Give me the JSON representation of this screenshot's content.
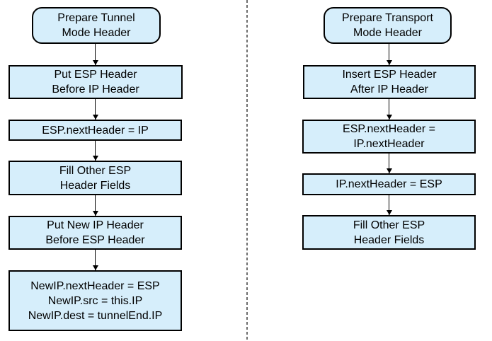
{
  "diagram": {
    "type": "flowchart",
    "colors": {
      "node_fill": "#d6eefb",
      "node_border": "#000000",
      "arrow": "#000000",
      "divider": "#6e6e6e",
      "background": "#ffffff"
    }
  },
  "flows": {
    "tunnel": {
      "start": "Prepare Tunnel\nMode Header",
      "steps": [
        "Put ESP Header\nBefore IP Header",
        "ESP.nextHeader = IP",
        "Fill Other ESP\nHeader Fields",
        "Put New IP Header\nBefore ESP Header",
        "NewIP.nextHeader = ESP\nNewIP.src = this.IP\nNewIP.dest = tunnelEnd.IP"
      ]
    },
    "transport": {
      "start": "Prepare Transport\nMode Header",
      "steps": [
        "Insert ESP Header\nAfter IP Header",
        "ESP.nextHeader =\nIP.nextHeader",
        "IP.nextHeader = ESP",
        "Fill Other ESP\nHeader Fields"
      ]
    }
  }
}
